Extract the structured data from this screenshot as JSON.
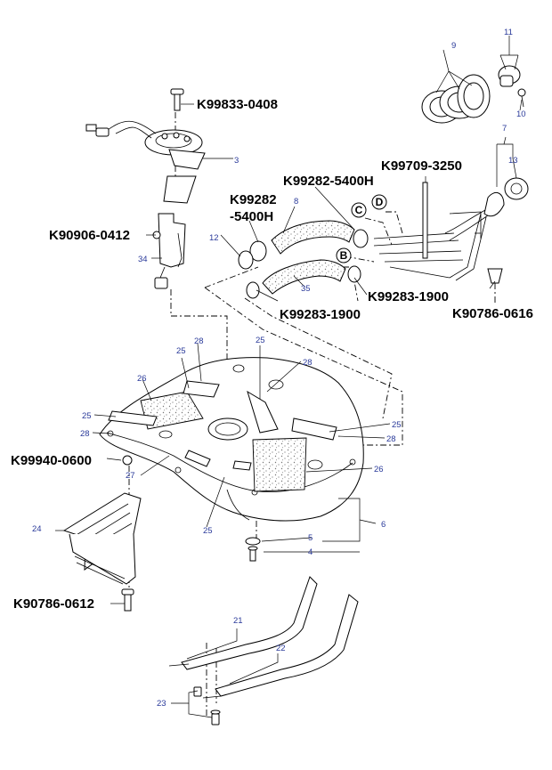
{
  "part_codes": {
    "pump_bolt": "K99833-0408",
    "sender_bolt": "K90906-0412",
    "hose_clamp_top_a": "K99282",
    "hose_clamp_top_b": "-5400H",
    "hose_clamp_c": "K99282-5400H",
    "band": "K99709-3250",
    "clamp_lower_right": "K99283-1900",
    "clamp_lower_left": "K99283-1900",
    "filler_bolt": "K90786-0616",
    "tank_nut": "K99940-0600",
    "protector_bolt": "K90786-0612"
  },
  "callout_numbers": {
    "n3": "3",
    "n4": "4",
    "n5": "5",
    "n6": "6",
    "n7": "7",
    "n8": "8",
    "n9": "9",
    "n10": "10",
    "n11": "11",
    "n12": "12",
    "n13": "13",
    "n21": "21",
    "n22": "22",
    "n23": "23",
    "n24": "24",
    "n25a": "25",
    "n25b": "25",
    "n25c": "25",
    "n25d": "25",
    "n25e": "25",
    "n26a": "26",
    "n26b": "26",
    "n27": "27",
    "n28a": "28",
    "n28b": "28",
    "n28c": "28",
    "n28d": "28",
    "n34": "34",
    "n35": "35"
  },
  "connector_letters": {
    "b": "B",
    "c": "C",
    "d": "D"
  },
  "colors": {
    "line": "#000000",
    "callout_number": "#2a3a9a",
    "background": "#ffffff"
  }
}
